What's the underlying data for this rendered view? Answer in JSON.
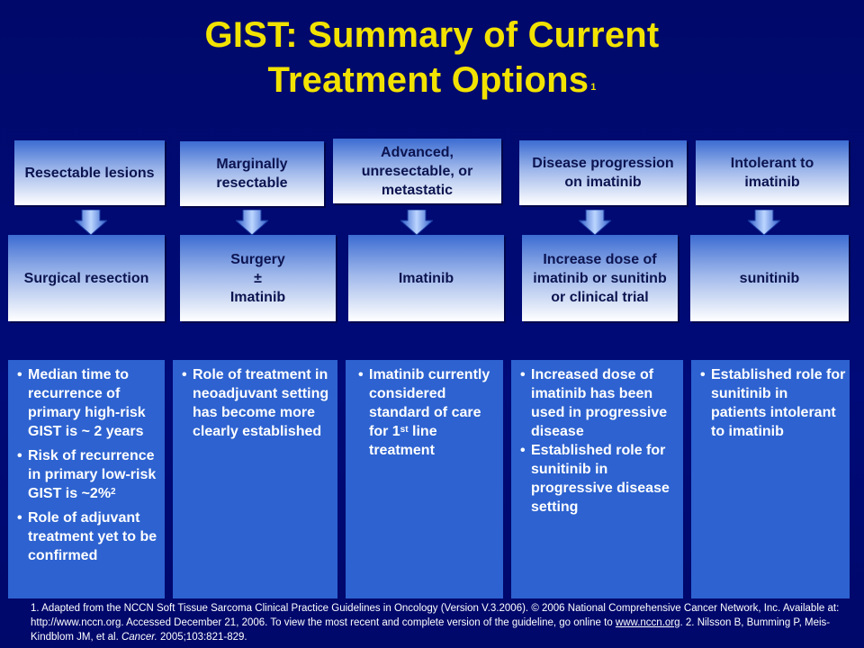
{
  "title": {
    "line1": "GIST: Summary of Current",
    "line2": "Treatment Options",
    "superscript": "1"
  },
  "categories": [
    "Resectable lesions",
    "Marginally resectable",
    "Advanced, unresectable, or metastatic",
    "Disease progression on imatinib",
    "Intolerant to imatinib"
  ],
  "treatments": [
    "Surgical resection",
    "Surgery\n±\nImatinib",
    "Imatinib",
    "Increase dose of imatinib or sunitinb or clinical trial",
    "sunitinib"
  ],
  "notes": {
    "col1": {
      "b1": "Median time to recurrence of primary high-risk GIST is ~ 2 years",
      "b2_text": "Risk of recurrence in primary low-risk GIST is ~2%",
      "b2_sup": "2",
      "b3": "Role of adjuvant treatment yet to be confirmed"
    },
    "col2": {
      "b1": "Role of treatment in neoadjuvant setting has become more clearly established"
    },
    "col3": {
      "b1_pre": "Imatinib currently considered standard of care for 1",
      "b1_sup": "st",
      "b1_post": " line treatment"
    },
    "col4": {
      "b1": "Increased dose of imatinib has been used in progressive disease",
      "b2": "Established role for sunitinib in progressive disease setting"
    },
    "col5": {
      "b1": "Established role for sunitinib in patients intolerant to imatinib"
    }
  },
  "footnote": {
    "part1": "1. Adapted from the NCCN Soft Tissue Sarcoma Clinical Practice Guidelines in Oncology (Version V.3.2006). © 2006 National Comprehensive Cancer Network, Inc. Available at: http://www.nccn.org. Accessed December 21, 2006. To view the most recent and complete version of the guideline, go online to ",
    "link": "www.nccn.org",
    "part2": ". 2. Nilsson B, Bumming P, Meis-Kindblom JM, et al. ",
    "journal": "Cancer.",
    "part3": " 2005;103:821-829."
  },
  "colors": {
    "background": "#000a6e",
    "title": "#f2e200",
    "note_panel": "#2d62d0",
    "box_text": "#0c1450"
  },
  "icons": [
    "down-arrow-icon"
  ]
}
